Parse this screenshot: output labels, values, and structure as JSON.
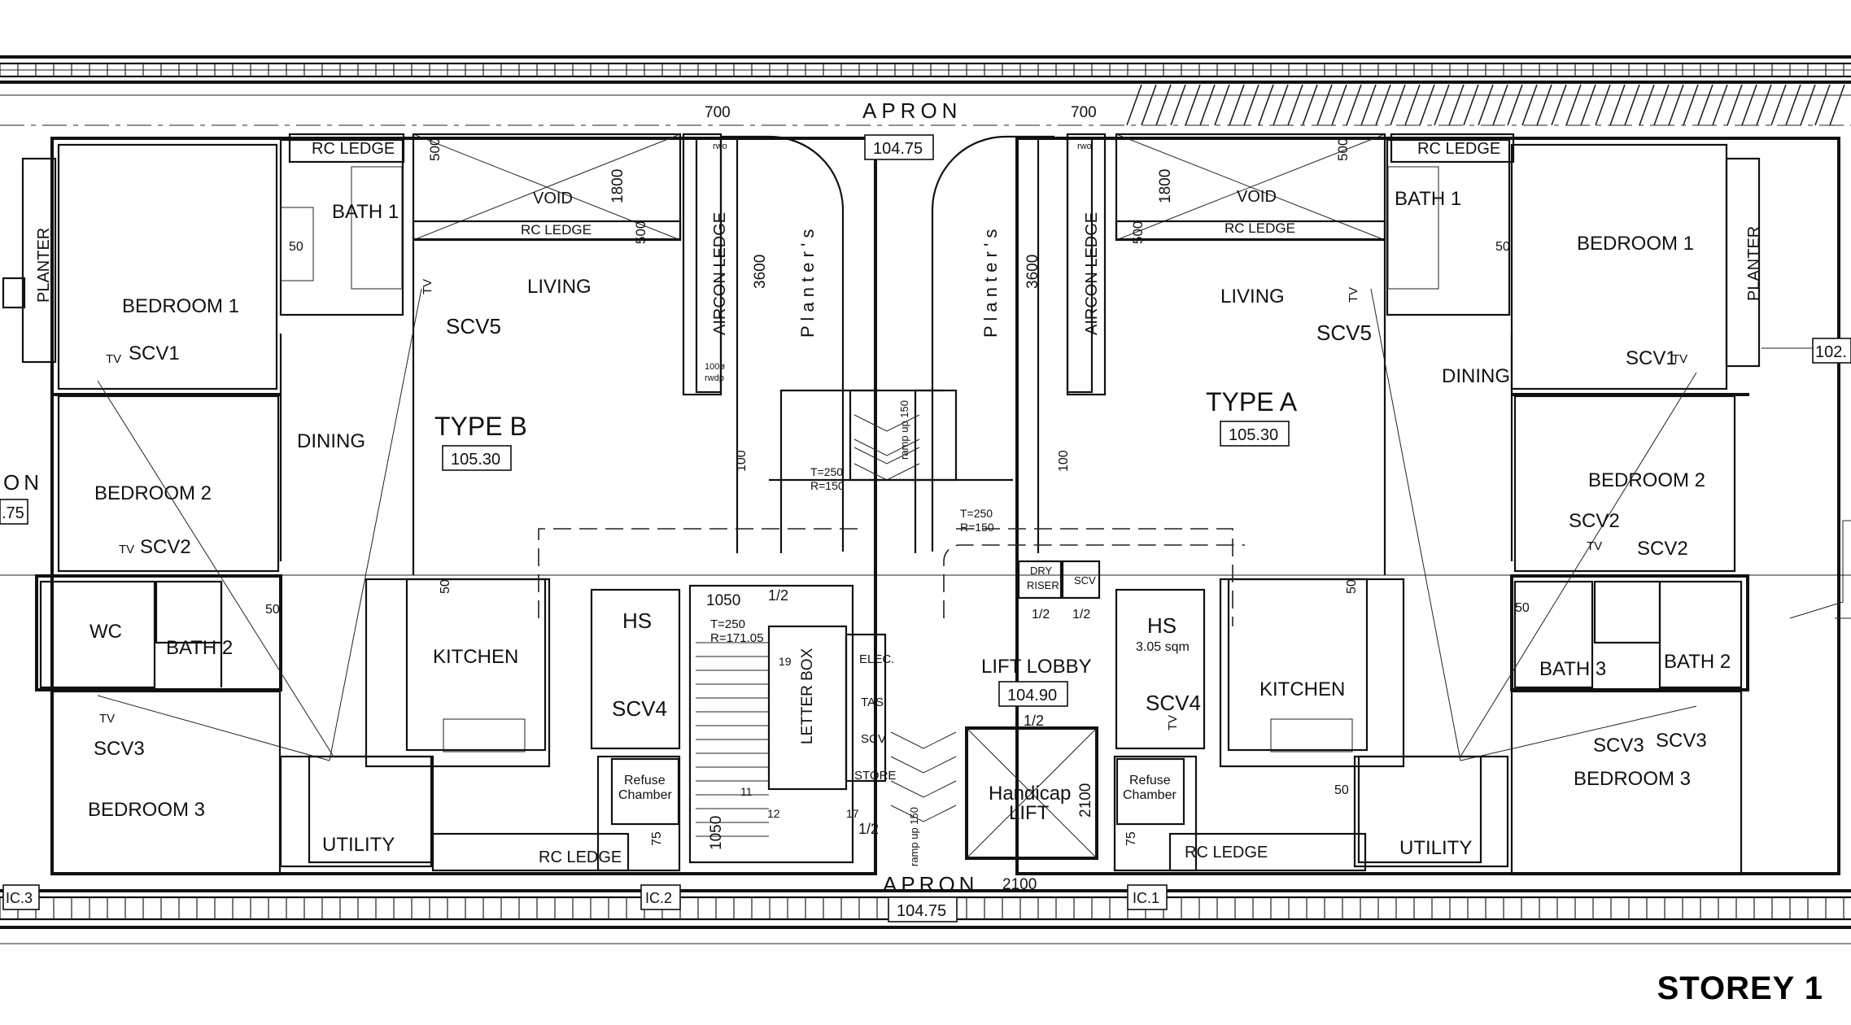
{
  "title": "STOREY 1",
  "labels": {
    "apron_top": "APRON",
    "apron_top_level": "104.75",
    "apron_bottom": "APRON",
    "apron_bottom_level": "104.75",
    "apron_left_a": "ON",
    "apron_left_b": ".75",
    "right_edge_level": "102.",
    "dim_700_left": "700",
    "dim_700_right": "700",
    "dim_1800_left": "1800",
    "dim_1800_right": "1800",
    "dim_500_a": "500",
    "dim_500_b": "500",
    "dim_500_c": "500",
    "dim_500_d": "500",
    "dim_3600_left": "3600",
    "dim_3600_right": "3600",
    "dim_2100_lift": "2100",
    "dim_2100_bottom": "2100",
    "dim_1050_top": "1050",
    "dim_1050_side": "1050",
    "dim_100_a": "100",
    "dim_100_b": "100",
    "dim_50_a": "50",
    "dim_50_b": "50",
    "dim_50_c": "50",
    "dim_50_d": "50",
    "dim_50_e": "50",
    "dim_50_f": "50",
    "dim_50_g": "50",
    "dim_75_a": "75",
    "dim_75_b": "75",
    "unitB": {
      "type": "TYPE B",
      "level": "105.30",
      "bedroom1": "BEDROOM 1",
      "bedroom2": "BEDROOM 2",
      "bedroom3": "BEDROOM 3",
      "bath1": "BATH 1",
      "bath2": "BATH 2",
      "wc": "WC",
      "living": "LIVING",
      "dining": "DINING",
      "kitchen": "KITCHEN",
      "utility": "UTILITY",
      "planter": "PLANTER",
      "rc_ledge_top": "RC LEDGE",
      "rc_ledge_void": "RC LEDGE",
      "rc_ledge_bottom": "RC LEDGE",
      "void": "VOID",
      "aircon": "AIRCON LEDGE",
      "planters": "P l a n t e r ' s",
      "hs": "HS",
      "scv1": "SCV1",
      "scv2": "SCV2",
      "scv3": "SCV3",
      "scv4": "SCV4",
      "scv5": "SCV5",
      "tv1": "TV",
      "tv2": "TV",
      "tv3": "TV",
      "tv5": "TV",
      "refuse": "Refuse",
      "chamber": "Chamber",
      "ic": "IC.2",
      "ic3": "IC.3",
      "rwp": "100ø",
      "rwp2": "rwdp",
      "rwo": "rwo"
    },
    "unitA": {
      "type": "TYPE A",
      "level": "105.30",
      "bedroom1": "BEDROOM 1",
      "bedroom2": "BEDROOM 2",
      "bedroom3": "BEDROOM 3",
      "bath1": "BATH 1",
      "bath2": "BATH 2",
      "bath3": "BATH 3",
      "living": "LIVING",
      "dining": "DINING",
      "kitchen": "KITCHEN",
      "utility": "UTILITY",
      "planter": "PLANTER",
      "rc_ledge_top": "RC LEDGE",
      "rc_ledge_void": "RC LEDGE",
      "rc_ledge_bottom": "RC LEDGE",
      "void": "VOID",
      "aircon": "AIRCON LEDGE",
      "planters": "P l a n t e r ' s",
      "hs": "HS",
      "hs_area": "3.05 sqm",
      "scv1": "SCV1",
      "scv2a": "SCV2",
      "scv2b": "SCV2",
      "scv3a": "SCV3",
      "scv3b": "SCV3",
      "scv4": "SCV4",
      "scv5": "SCV5",
      "tv1": "TV",
      "tv2": "TV",
      "tv4": "TV",
      "tv5": "TV",
      "refuse": "Refuse",
      "chamber": "Chamber",
      "ic": "IC.1",
      "rwo": "rwo"
    },
    "core": {
      "lift_lobby": "LIFT LOBBY",
      "lift_lobby_level": "104.90",
      "handicap": "Handicap",
      "lift": "LIFT",
      "letter_box": "LETTER BOX",
      "elec": "ELEC.",
      "tas": "TAS",
      "scv": "SCV",
      "store": "STORE",
      "dry_riser_a": "DRY",
      "dry_riser_b": "RISER",
      "scv_riser": "SCV",
      "half_a": "1/2",
      "half_b": "1/2",
      "half_c": "1/2",
      "half_d": "1/2",
      "half_e": "1/2",
      "stair_tr": "T=250",
      "stair_rr": "R=171.05",
      "ramp_left_t": "T=250",
      "ramp_left_r": "R=150",
      "ramp_right_t": "T=250",
      "ramp_right_r": "R=150",
      "ramp_up_top": "ramp up 150",
      "ramp_up_bottom": "ramp up 150",
      "step_19": "19",
      "step_11": "11",
      "step_12": "12",
      "step_17": "17"
    }
  }
}
